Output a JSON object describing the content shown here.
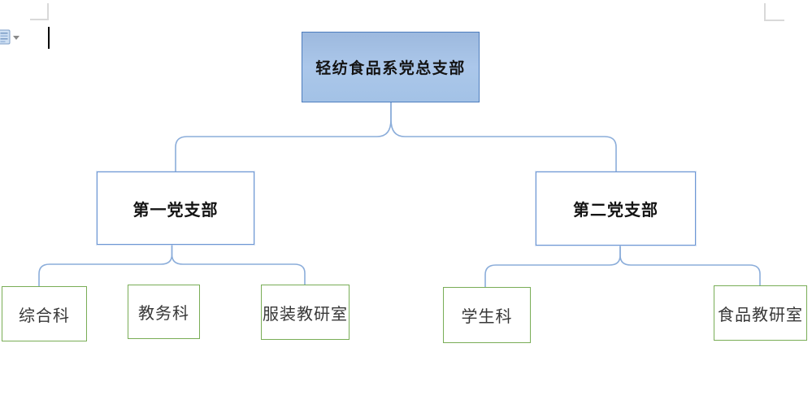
{
  "ui": {
    "paste_options_button": {
      "icon": "paste-options-icon",
      "dropdown_icon": "chevron-down-icon"
    },
    "text_cursor": {
      "icon": "text-caret"
    },
    "page_margin_marks": [
      "top-left",
      "top-right"
    ]
  },
  "diagram": {
    "type": "org-chart",
    "root": {
      "label": "轻纺食品系党总支部"
    },
    "branches": [
      {
        "label": "第一党支部",
        "children": [
          {
            "label": "综合科",
            "has_connector": true
          },
          {
            "label": "教务科",
            "has_connector": false
          },
          {
            "label": "服装教研室",
            "has_connector": true
          }
        ]
      },
      {
        "label": "第二党支部",
        "children": [
          {
            "label": "学生科",
            "has_connector": true
          },
          {
            "label": "食品教研室",
            "has_connector": true
          }
        ]
      }
    ]
  },
  "colors": {
    "root_fill_top": "#9db9de",
    "root_fill_mid": "#abc7ea",
    "root_fill_bottom": "#a3c2e6",
    "root_border": "#4d7dbe",
    "branch_border": "#6d97d5",
    "leaf_border": "#79ad56",
    "connector": "#8badda",
    "crop_mark": "#d9d9d9",
    "text_dark": "#141414",
    "text_leaf": "#383838"
  }
}
